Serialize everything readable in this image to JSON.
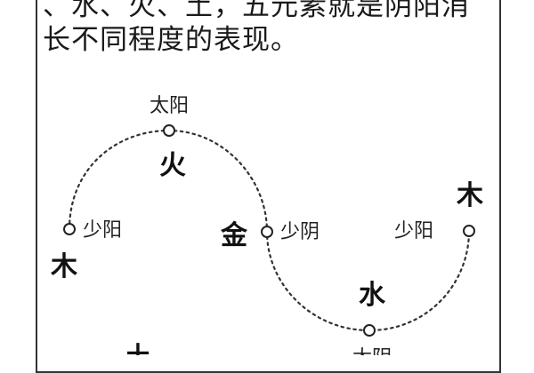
{
  "paragraph": {
    "line1": "、水、火、土，五元素就是阴阳消",
    "line2": "长不同程度的表现。"
  },
  "diagram": {
    "nodes": {
      "top": "太阳",
      "left": "少阳",
      "middle": "少阴",
      "right": "少阳",
      "bottom": "太阴"
    },
    "elements": {
      "fire": "火",
      "wood_left": "木",
      "metal": "金",
      "water": "水",
      "wood_right": "木",
      "earth": "土"
    }
  }
}
